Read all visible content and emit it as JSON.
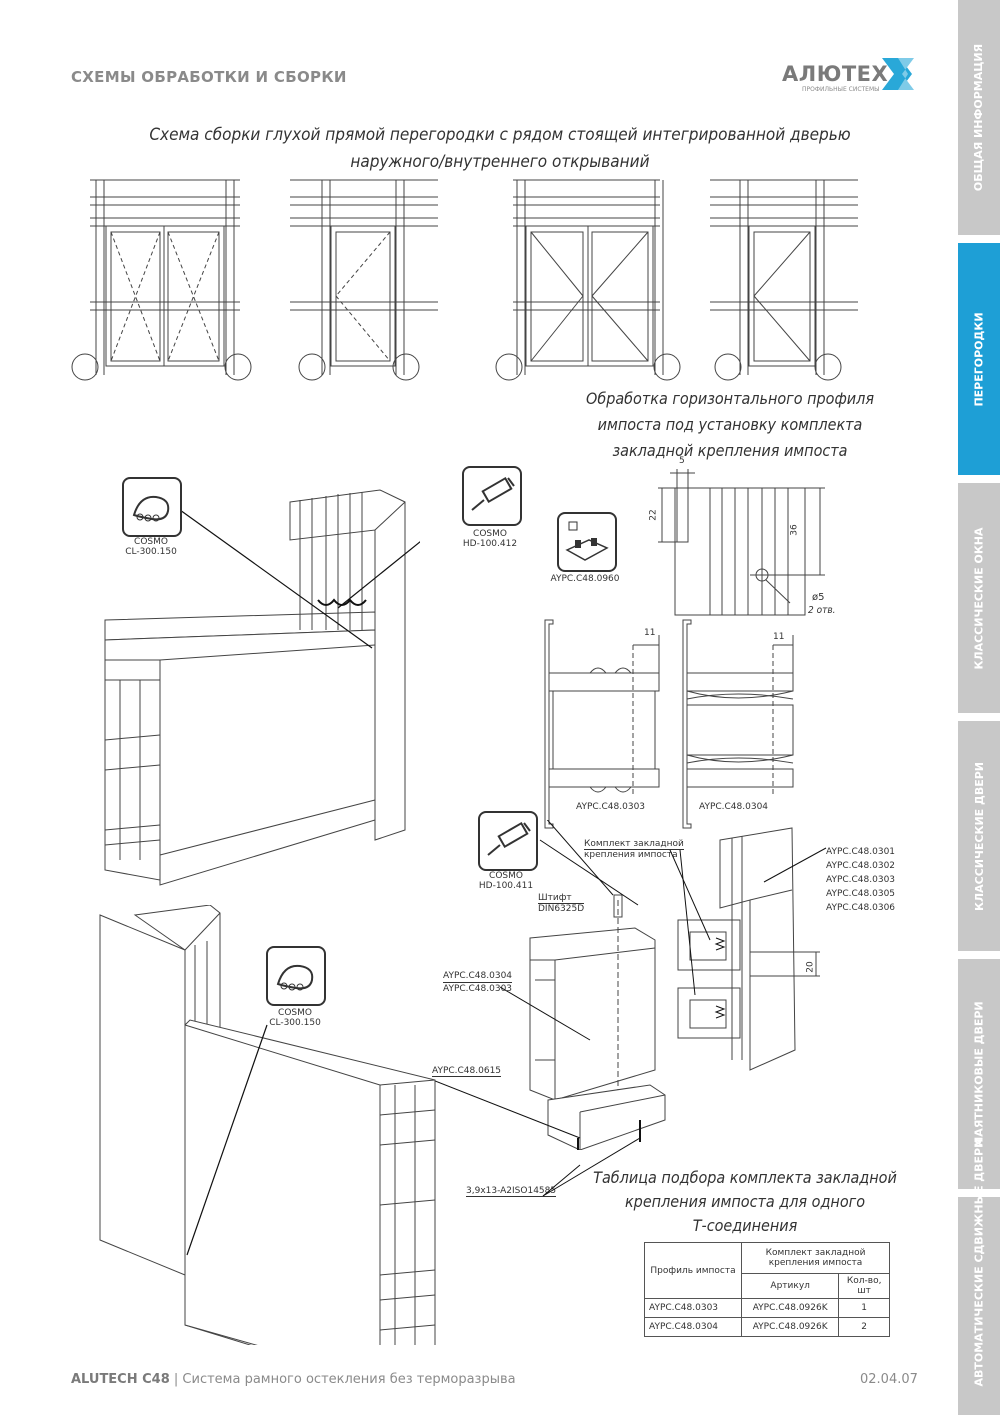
{
  "header": {
    "title": "СХЕМЫ ОБРАБОТКИ И СБОРКИ"
  },
  "logo": {
    "word": "АЛЮТЕХ",
    "subtitle": "ПРОФИЛЬНЫЕ СИСТЕМЫ",
    "accent": "#29a8d8"
  },
  "side_tabs": [
    {
      "label": "ОБЩАЯ ИНФОРМАЦИЯ",
      "active": false
    },
    {
      "label": "ПЕРЕГОРОДКИ",
      "active": true
    },
    {
      "label": "КЛАССИЧЕСКИЕ ОКНА",
      "active": false
    },
    {
      "label": "КЛАССИЧЕСКИЕ ДВЕРИ",
      "active": false
    },
    {
      "label": "МАЯТНИКОВЫЕ ДВЕРИ",
      "active": false
    },
    {
      "label": "АВТОМАТИЧЕСКИЕ СДВИЖНЫЕ ДВЕРИ",
      "active": false
    }
  ],
  "colors": {
    "tab_inactive": "#c8c8c8",
    "tab_active": "#1e9fd6"
  },
  "main_title": {
    "line1": "Схема сборки глухой прямой перегородки с рядом стоящей интегрированной дверью",
    "line2": "наружного/внутреннего открываний"
  },
  "processing_title": {
    "line1": "Обработка горизонтального профиля",
    "line2": "импоста под установку комплекта",
    "line3": "закладной крепления импоста"
  },
  "labels": {
    "cosmo1": "COSMO",
    "cosmo1_code": "CL-300.150",
    "cosmo2": "COSMO",
    "cosmo2_code": "HD-100.412",
    "cosmo3": "COSMO",
    "cosmo3_code": "HD-100.411",
    "cosmo4": "COSMO",
    "cosmo4_code": "CL-300.150",
    "kit_code": "AYPC.C48.0960",
    "dim5": "5",
    "dim22": "22",
    "dim36": "36",
    "dia5": "ø5",
    "holes": "2 отв.",
    "dim11a": "11",
    "dim11b": "11",
    "prof0303": "AYPC.C48.0303",
    "prof0304": "AYPC.C48.0304",
    "kit_line1": "Комплект закладной",
    "kit_line2": "крепления импоста",
    "pin_line1": "Штифт",
    "pin_line2": "DIN6325D",
    "list_right": [
      "AYPC.C48.0301",
      "AYPC.C48.0302",
      "AYPC.C48.0303",
      "AYPC.C48.0305",
      "AYPC.C48.0306"
    ],
    "dim20": "20",
    "list_left1": "AYPC.C48.0304",
    "list_left2": "AYPC.C48.0303",
    "prof0615": "AYPC.C48.0615",
    "screw": "3,9x13-A2ISO14585"
  },
  "table_title": {
    "line1": "Таблица подбора комплекта закладной",
    "line2": "крепления импоста для одного",
    "line3": "Т-соединения"
  },
  "table": {
    "col_profile": "Профиль импоста",
    "col_kit": "Комплект закладной крепления импоста",
    "col_article": "Артикул",
    "col_qty": "Кол-во, шт",
    "rows": [
      {
        "profile": "AYPC.C48.0303",
        "article": "AYPC.C48.0926K",
        "qty": "1"
      },
      {
        "profile": "AYPC.C48.0304",
        "article": "AYPC.C48.0926K",
        "qty": "2"
      }
    ]
  },
  "footer": {
    "brand": "ALUTECH C48",
    "separator": " | ",
    "text": "Система рамного остекления без терморазрыва",
    "page": "02.04.07"
  }
}
